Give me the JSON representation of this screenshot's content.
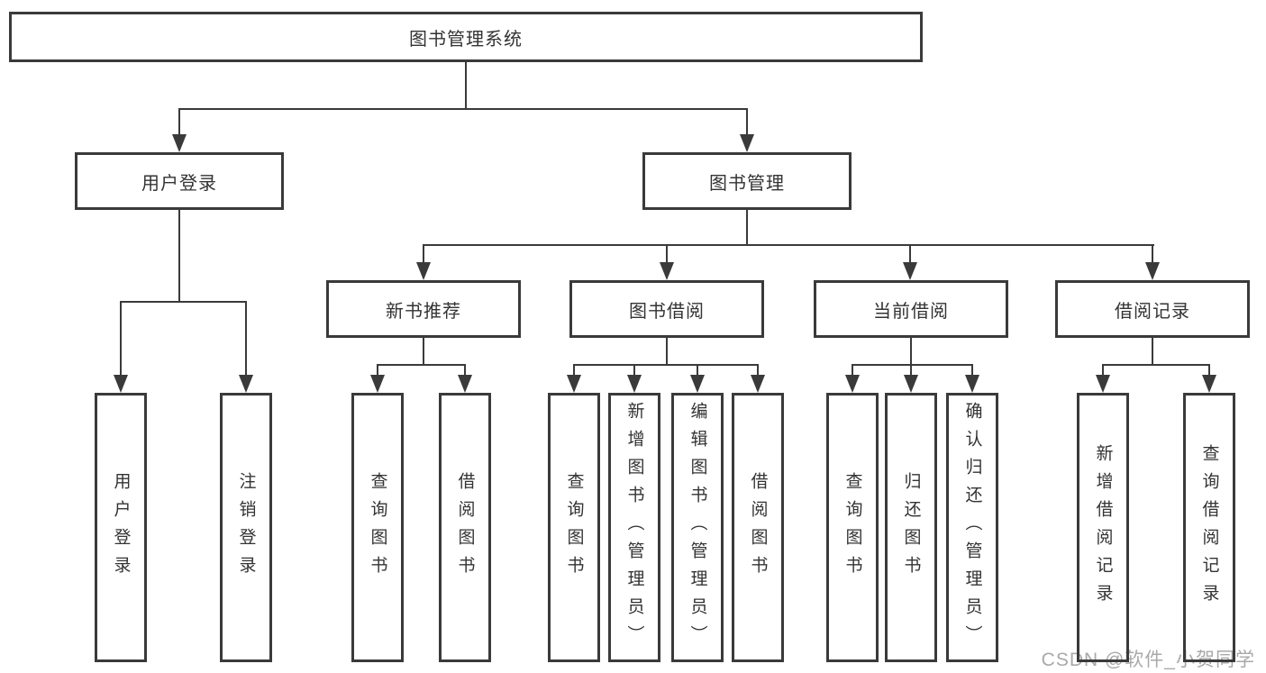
{
  "diagram": {
    "title": "图书管理系统",
    "root": {
      "label": "图书管理系统"
    },
    "level2": [
      {
        "label": "用户登录"
      },
      {
        "label": "图书管理"
      }
    ],
    "level3": [
      {
        "label": "新书推荐"
      },
      {
        "label": "图书借阅"
      },
      {
        "label": "当前借阅"
      },
      {
        "label": "借阅记录"
      }
    ],
    "leaves": {
      "user_login": [
        "用户登录",
        "注销登录"
      ],
      "new_book": [
        "查询图书",
        "借阅图书"
      ],
      "borrow": [
        "查询图书",
        "新增图书（管理员）",
        "编辑图书（管理员）",
        "借阅图书"
      ],
      "current": [
        "查询图书",
        "归还图书",
        "确认归还（管理员）"
      ],
      "records": [
        "新增借阅记录",
        "查询借阅记录"
      ]
    }
  },
  "watermark": "CSDN @软件_小贺同学",
  "colors": {
    "line": "#3a3a3a",
    "text": "#333333",
    "box_bg": "#ffffff",
    "watermark": "#a9a9a9",
    "background": "#ffffff"
  }
}
